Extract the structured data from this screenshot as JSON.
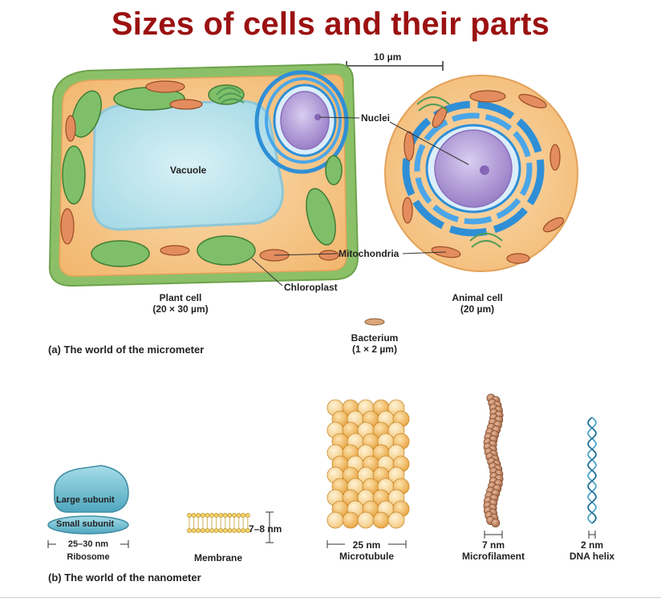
{
  "title": "Sizes of cells and their parts",
  "micro": {
    "scale_bar": "10 µm",
    "vacuole": "Vacuole",
    "nuclei": "Nuclei",
    "mitochondria": "Mitochondria",
    "chloroplast": "Chloroplast",
    "plant_cell": "Plant cell",
    "plant_size": "(20 × 30 µm)",
    "animal_cell": "Animal cell",
    "animal_size": "(20 µm)",
    "bacterium": "Bacterium",
    "bacterium_size": "(1 × 2 µm)",
    "panel_label": "(a) The world of the micrometer"
  },
  "nano": {
    "large_subunit": "Large subunit",
    "small_subunit": "Small subunit",
    "ribosome_size": "25–30 nm",
    "ribosome": "Ribosome",
    "membrane_size": "7–8 nm",
    "membrane": "Membrane",
    "microtubule_size": "25 nm",
    "microtubule": "Microtubule",
    "microfilament_size": "7 nm",
    "microfilament": "Microfilament",
    "dna_size": "2 nm",
    "dna": "DNA helix",
    "panel_label": "(b) The world of the nanometer"
  },
  "colors": {
    "title": "#9b1111",
    "cell_wall": "#8cc068",
    "cytoplasm": "#f6c27e",
    "vacuole": "#bfe6ef",
    "nucleus": "#b9a2d9",
    "er": "#2f8fd6",
    "chloroplast": "#7fbf6a",
    "mitochondria": "#d9845a",
    "ribosome": "#7cc3d3",
    "microtubule": "#f2b860",
    "microfilament": "#b97a58",
    "dna": "#4aa3c8"
  }
}
